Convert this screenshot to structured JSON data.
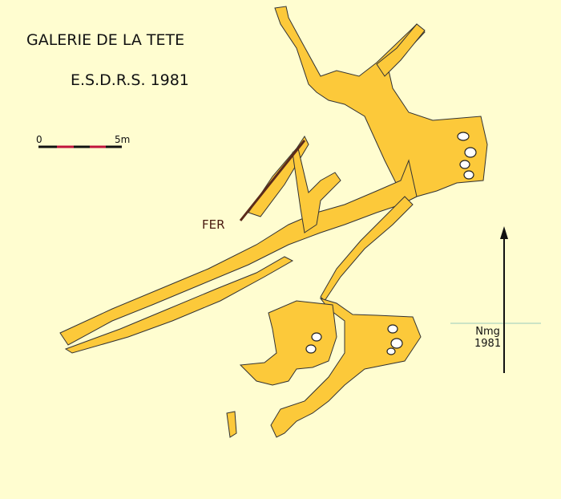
{
  "title": "GALERIE DE LA TETE",
  "subtitle": "E.S.D.R.S. 1981",
  "scale": {
    "start_label": "0",
    "end_label": "5m",
    "colors": [
      "#111111",
      "#c0143c"
    ]
  },
  "annotation_fer": "FER",
  "north": {
    "label": "Nmg",
    "year": "1981",
    "icon": "north-arrow-icon"
  },
  "colors": {
    "background": "#fffdd0",
    "passage_fill": "#fcc93a",
    "outline": "#222222"
  }
}
